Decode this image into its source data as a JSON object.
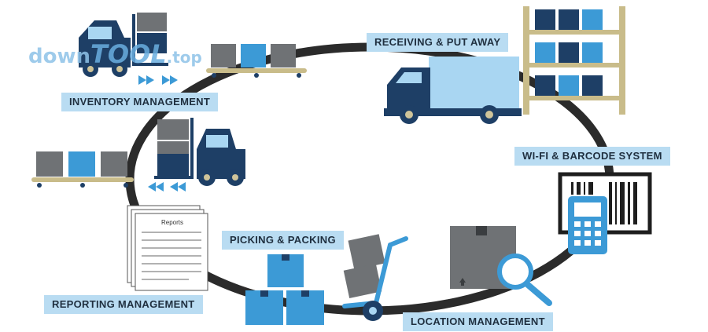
{
  "labels": {
    "receiving": "RECEIVING & PUT AWAY",
    "inventory": "INVENTORY MANAGEMENT",
    "wifi": "WI-FI & BARCODE SYSTEM",
    "picking": "PICKING & PACKING",
    "reporting": "REPORTING MANAGEMENT",
    "location": "LOCATION MANAGEMENT"
  },
  "reports_doc": "Reports",
  "watermark": {
    "part1": "down",
    "part2": "TOOL",
    "part3": ".top"
  },
  "colors": {
    "ring": "#2b2b2b",
    "navy": "#1e3f66",
    "sky": "#3c9ad6",
    "light_sky": "#a9d6f2",
    "gray_box": "#6f7275",
    "label_bg": "#b9dcf2",
    "rack": "#c9bc8a",
    "tire": "#cfc49a"
  }
}
